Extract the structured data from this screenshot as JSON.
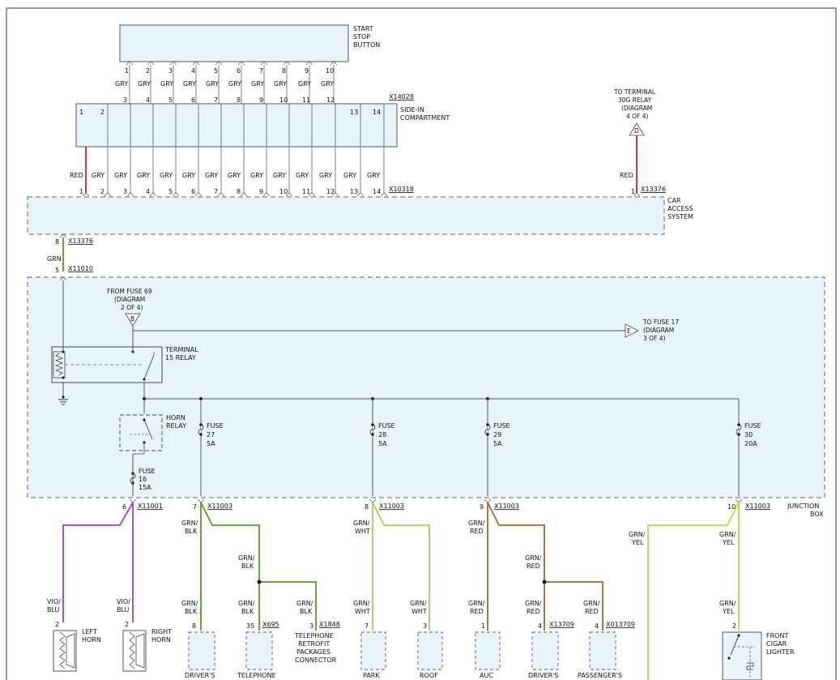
{
  "components": {
    "start_stop": [
      "START",
      "STOP",
      "BUTTON"
    ],
    "side_in": [
      "SIDE-IN",
      "COMPARTMENT"
    ],
    "car_access": [
      "CAR",
      "ACCESS",
      "SYSTEM"
    ],
    "junction_box": [
      "JUNCTION",
      "BOX"
    ],
    "terminal15": [
      "TERMINAL",
      "15 RELAY"
    ],
    "horn_relay": [
      "HORN",
      "RELAY"
    ],
    "left_horn": [
      "LEFT",
      "HORN"
    ],
    "right_horn": [
      "RIGHT",
      "HORN"
    ],
    "front_cigar": [
      "FRONT",
      "CIGAR",
      "LIGHTER"
    ],
    "telephone_retrofit": [
      "TELEPHONE",
      "RETROFIT",
      "PACKAGES",
      "CONNECTOR"
    ],
    "bottom_labels": [
      "DRIVER'S",
      "TELEPHONE",
      "PARK",
      "ROOF",
      "AUC",
      "DRIVER'S",
      "PASSENGER'S"
    ]
  },
  "connectors": {
    "x14028": "X14028",
    "x10318": "X10318",
    "x13376": "X13376",
    "x11010": "X11010",
    "x11001": "X11001",
    "x11003": "X11003",
    "x695": "X695",
    "x1848": "X1848",
    "x13709": "X13709",
    "x013709": "X013709"
  },
  "references": {
    "to_30g": [
      "TO TERMINAL",
      "30G RELAY",
      "(DIAGRAM",
      "4 OF 4)"
    ],
    "from_fuse69": [
      "FROM FUSE 69",
      "(DIAGRAM",
      "2 OF 4)"
    ],
    "to_fuse17": [
      "TO FUSE 17",
      "(DIAGRAM",
      "3 OF 4)"
    ],
    "letter_d": "D",
    "letter_b": "B",
    "letter_e": "E"
  },
  "fuses": {
    "f27": [
      "FUSE",
      "27",
      "5A"
    ],
    "f28": [
      "FUSE",
      "28",
      "5A"
    ],
    "f29": [
      "FUSE",
      "29",
      "5A"
    ],
    "f30": [
      "FUSE",
      "30",
      "20A"
    ],
    "f16": [
      "FUSE",
      "16",
      "15A"
    ]
  },
  "wires": {
    "gry": "GRY",
    "red": "RED",
    "grn": "GRN",
    "vio_blu": [
      "VIO/",
      "BLU"
    ],
    "grn_blk": [
      "GRN/",
      "BLK"
    ],
    "grn_wht": [
      "GRN/",
      "WHT"
    ],
    "grn_red": [
      "GRN/",
      "RED"
    ],
    "grn_yel": [
      "GRN/",
      "YEL"
    ]
  },
  "pins": {
    "top_pins": [
      "1",
      "2",
      "3",
      "4",
      "5",
      "6",
      "7",
      "8",
      "9",
      "10"
    ],
    "mid_pins": [
      "3",
      "4",
      "5",
      "6",
      "7",
      "8",
      "9",
      "10",
      "11",
      "12"
    ],
    "cas_pins": [
      "1",
      "2",
      "3",
      "4",
      "5",
      "6",
      "7",
      "8",
      "9",
      "10",
      "11",
      "12",
      "13",
      "14"
    ],
    "p8": "8",
    "p5": "5",
    "p6": "6",
    "p7": "7",
    "p9": "9",
    "p10": "10",
    "p1": "1",
    "p2": "2",
    "p3": "3",
    "p4": "4",
    "p35": "35",
    "p13": "13",
    "p14": "14"
  },
  "colors": {
    "red": "#e0201c",
    "green": "#4fa12a",
    "light_green": "#9fd25a",
    "violet": "#a03ad8",
    "brown": "#a3682a",
    "yellow_green": "#b8d940",
    "gray": "#b0b0b0",
    "box_fill": "#e9f4fa"
  }
}
